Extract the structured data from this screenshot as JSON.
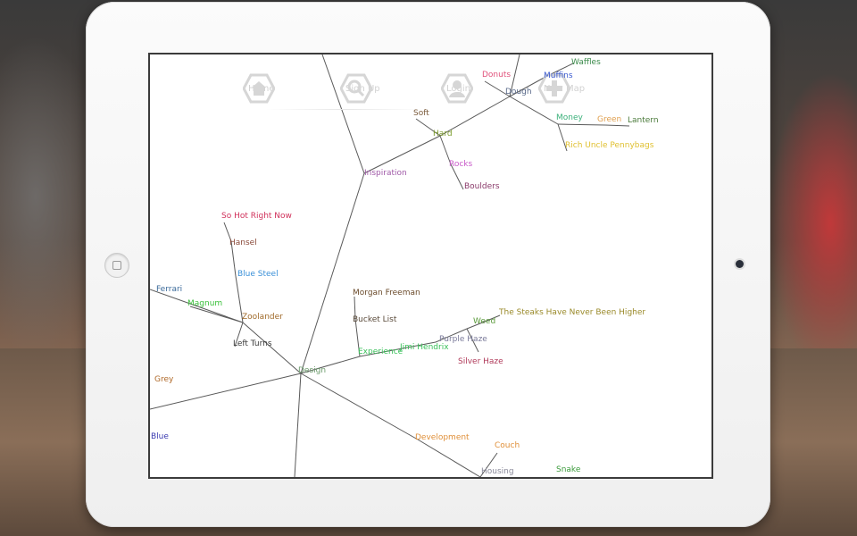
{
  "nav": {
    "items": [
      {
        "label": "Home",
        "icon": "home-icon"
      },
      {
        "label": "Sign Up",
        "icon": "sign-up-icon"
      },
      {
        "label": "Login",
        "icon": "user-icon"
      },
      {
        "label": "New Map",
        "icon": "plus-icon"
      }
    ]
  },
  "map": {
    "nodes": [
      {
        "id": "inspiration",
        "label": "Inspiration",
        "color": "#a05aa8"
      },
      {
        "id": "design",
        "label": "Design",
        "color": "#6a9a6a"
      },
      {
        "id": "hard",
        "label": "Hard",
        "color": "#7a9a2a"
      },
      {
        "id": "soft",
        "label": "Soft",
        "color": "#7a5a3a"
      },
      {
        "id": "rocks",
        "label": "Rocks",
        "color": "#c85ac8"
      },
      {
        "id": "boulders",
        "label": "Boulders",
        "color": "#8a3a6a"
      },
      {
        "id": "dough",
        "label": "Dough",
        "color": "#5a6a8a"
      },
      {
        "id": "donuts",
        "label": "Donuts",
        "color": "#e0507a"
      },
      {
        "id": "muffins",
        "label": "Muffins",
        "color": "#3a5ad0"
      },
      {
        "id": "waffles",
        "label": "Waffles",
        "color": "#3a8a4a"
      },
      {
        "id": "money",
        "label": "Money",
        "color": "#3ab07a"
      },
      {
        "id": "green",
        "label": "Green",
        "color": "#e0a050"
      },
      {
        "id": "lantern",
        "label": "Lantern",
        "color": "#4a7a3a"
      },
      {
        "id": "rich-uncle",
        "label": "Rich Uncle Pennybags",
        "color": "#e0c030"
      },
      {
        "id": "so-hot",
        "label": "So Hot Right Now",
        "color": "#d0305a"
      },
      {
        "id": "hansel",
        "label": "Hansel",
        "color": "#8a4a3a"
      },
      {
        "id": "blue-steel",
        "label": "Blue Steel",
        "color": "#3a90d8"
      },
      {
        "id": "zoolander",
        "label": "Zoolander",
        "color": "#a06a2a"
      },
      {
        "id": "left-turns",
        "label": "Left Turns",
        "color": "#3a3a3a"
      },
      {
        "id": "ferrari",
        "label": "Ferrari",
        "color": "#3a6a9a"
      },
      {
        "id": "magnum",
        "label": "Magnum",
        "color": "#3ac03a"
      },
      {
        "id": "grey",
        "label": "Grey",
        "color": "#b06a2a"
      },
      {
        "id": "blue",
        "label": "Blue",
        "color": "#3a3ab0"
      },
      {
        "id": "morgan-freeman",
        "label": "Morgan Freeman",
        "color": "#6a4a2a"
      },
      {
        "id": "bucket-list",
        "label": "Bucket List",
        "color": "#5a4a3a"
      },
      {
        "id": "experience",
        "label": "Experience",
        "color": "#3ac05a"
      },
      {
        "id": "jimi-hendrix",
        "label": "Jimi Hendrix",
        "color": "#3ac05a"
      },
      {
        "id": "purple-haze",
        "label": "Purple Haze",
        "color": "#7a7a9a"
      },
      {
        "id": "weed",
        "label": "Weed",
        "color": "#5a9a3a"
      },
      {
        "id": "steaks",
        "label": "The Steaks Have Never Been Higher",
        "color": "#9a8a2a"
      },
      {
        "id": "silver-haze",
        "label": "Silver Haze",
        "color": "#b03a5a"
      },
      {
        "id": "development",
        "label": "Development",
        "color": "#e0903a"
      },
      {
        "id": "couch",
        "label": "Couch",
        "color": "#e0903a"
      },
      {
        "id": "housing",
        "label": "Housing",
        "color": "#8a8a9a"
      },
      {
        "id": "snake",
        "label": "Snake",
        "color": "#3a9a3a"
      }
    ]
  },
  "colors": {
    "link": "#555555",
    "nav_ghost": "#d6d6d6"
  }
}
